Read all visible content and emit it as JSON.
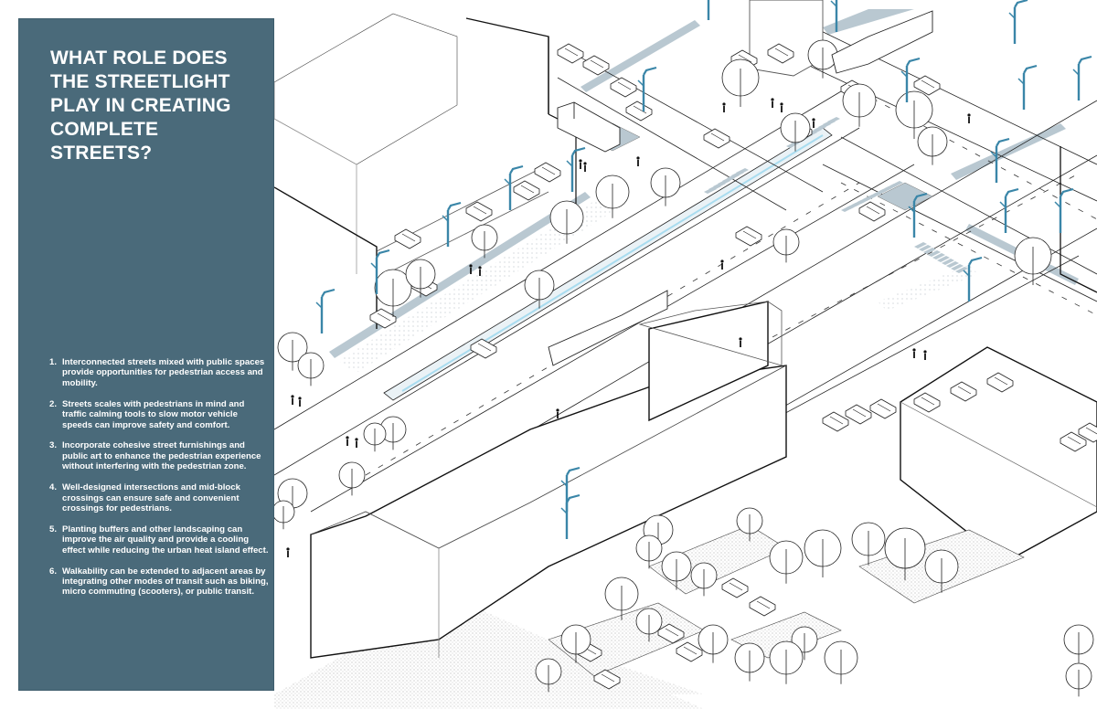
{
  "title": "WHAT ROLE DOES THE STREETLIGHT PLAY IN CREATING COMPLETE STREETS?",
  "title_lines": [
    "WHAT ROLE DOES",
    "THE STREETLIGHT",
    "PLAY IN CREATING",
    "COMPLETE",
    "STREETS?"
  ],
  "points": [
    {
      "num": "1.",
      "text": "Interconnected streets mixed with public spaces provide opportunities for pedestrian access and mobility."
    },
    {
      "num": "2.",
      "text": "Streets scales with pedestrians in mind and traffic calming tools to slow motor vehicle speeds can improve safety and comfort."
    },
    {
      "num": "3.",
      "text": "Incorporate cohesive street furnishings and public art to enhance the pedestrian experience without interfering with the pedestrian zone."
    },
    {
      "num": "4.",
      "text": "Well-designed intersections and mid-block crossings can ensure safe and convenient crossings for pedestrians."
    },
    {
      "num": "5.",
      "text": "Planting buffers and other landscaping can improve the air quality and provide a cooling effect while reducing the urban heat island effect."
    },
    {
      "num": "6.",
      "text": "Walkability can be extended to adjacent areas by integrating other modes of transit such as biking, micro commuting (scooters), or public transit."
    }
  ],
  "colors": {
    "panel": "#4a6a7a",
    "panel_text": "#ffffff",
    "line": "#111111",
    "bike_lane": "#b9c8d1",
    "streetlight": "#3a86a8",
    "median_water": "#a9dcef",
    "stipple": "#cfcfcf"
  },
  "illustration": {
    "subject": "isometric complete-street diagram",
    "elements": [
      "buildings",
      "streets",
      "bike-lanes",
      "crosswalks",
      "streetlights",
      "trees",
      "cars",
      "bus",
      "light-rail",
      "pedestrians",
      "cyclists",
      "parking-lots"
    ]
  }
}
